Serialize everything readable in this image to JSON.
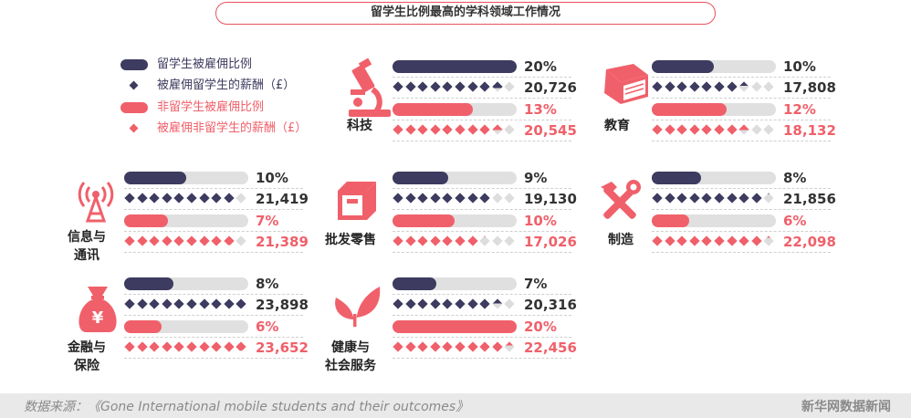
{
  "title": "留学生比例最高的学科领域工作情况",
  "legend": [
    {
      "label": "留学生被雇佣比例",
      "symbol": "bar",
      "color": "#3d3b5f"
    },
    {
      "label": "被雇佣留学生的薪酬（£）",
      "symbol": "diamond",
      "color": "#3d3b5f"
    },
    {
      "label": "非留学生被雇佣比例",
      "symbol": "bar",
      "color": "#f0606a"
    },
    {
      "label": "被雇佣非留学生的薪酬（£）",
      "symbol": "diamond",
      "color": "#f0606a"
    }
  ],
  "colors": {
    "international": "#3d3b5f",
    "domestic": "#f0606a",
    "track": "#e0e0e0",
    "diamond_empty": "#dddddd"
  },
  "chart_data": {
    "type": "bar",
    "title": "留学生比例最高的学科领域工作情况",
    "series": [
      {
        "name": "留学生被雇佣比例",
        "unit": "%"
      },
      {
        "name": "被雇佣留学生的薪酬（£）",
        "unit": "£"
      },
      {
        "name": "非留学生被雇佣比例",
        "unit": "%"
      },
      {
        "name": "被雇佣非留学生的薪酬（£）",
        "unit": "£"
      }
    ],
    "bar_max_percent": 20,
    "salary_max": 24000,
    "categories": [
      {
        "name": "科技",
        "icon": "microscope-icon",
        "intl_rate": 20,
        "intl_rate_label": "20%",
        "intl_salary": 20726,
        "intl_salary_label": "20,726",
        "dom_rate": 13,
        "dom_rate_label": "13%",
        "dom_salary": 20545,
        "dom_salary_label": "20,545"
      },
      {
        "name": "教育",
        "icon": "book-icon",
        "intl_rate": 10,
        "intl_rate_label": "10%",
        "intl_salary": 17808,
        "intl_salary_label": "17,808",
        "dom_rate": 12,
        "dom_rate_label": "12%",
        "dom_salary": 18132,
        "dom_salary_label": "18,132"
      },
      {
        "name": "信息与\n通讯",
        "icon": "antenna-icon",
        "intl_rate": 10,
        "intl_rate_label": "10%",
        "intl_salary": 21419,
        "intl_salary_label": "21,419",
        "dom_rate": 7,
        "dom_rate_label": "7%",
        "dom_salary": 21389,
        "dom_salary_label": "21,389"
      },
      {
        "name": "批发零售",
        "icon": "box-icon",
        "intl_rate": 9,
        "intl_rate_label": "9%",
        "intl_salary": 19130,
        "intl_salary_label": "19,130",
        "dom_rate": 10,
        "dom_rate_label": "10%",
        "dom_salary": 17026,
        "dom_salary_label": "17,026"
      },
      {
        "name": "制造",
        "icon": "tools-icon",
        "intl_rate": 8,
        "intl_rate_label": "8%",
        "intl_salary": 21856,
        "intl_salary_label": "21,856",
        "dom_rate": 6,
        "dom_rate_label": "6%",
        "dom_salary": 22098,
        "dom_salary_label": "22,098"
      },
      {
        "name": "金融与\n保险",
        "icon": "money-bag-icon",
        "intl_rate": 8,
        "intl_rate_label": "8%",
        "intl_salary": 23898,
        "intl_salary_label": "23,898",
        "dom_rate": 6,
        "dom_rate_label": "6%",
        "dom_salary": 23652,
        "dom_salary_label": "23,652"
      },
      {
        "name": "健康与\n社会服务",
        "icon": "leaf-icon",
        "intl_rate": 7,
        "intl_rate_label": "7%",
        "intl_salary": 20316,
        "intl_salary_label": "20,316",
        "dom_rate": 20,
        "dom_rate_label": "20%",
        "dom_salary": 22456,
        "dom_salary_label": "22,456"
      }
    ]
  },
  "footer": {
    "source": "数据来源：《Gone International mobile students and their outcomes》",
    "brand": "新华网数据新闻"
  }
}
